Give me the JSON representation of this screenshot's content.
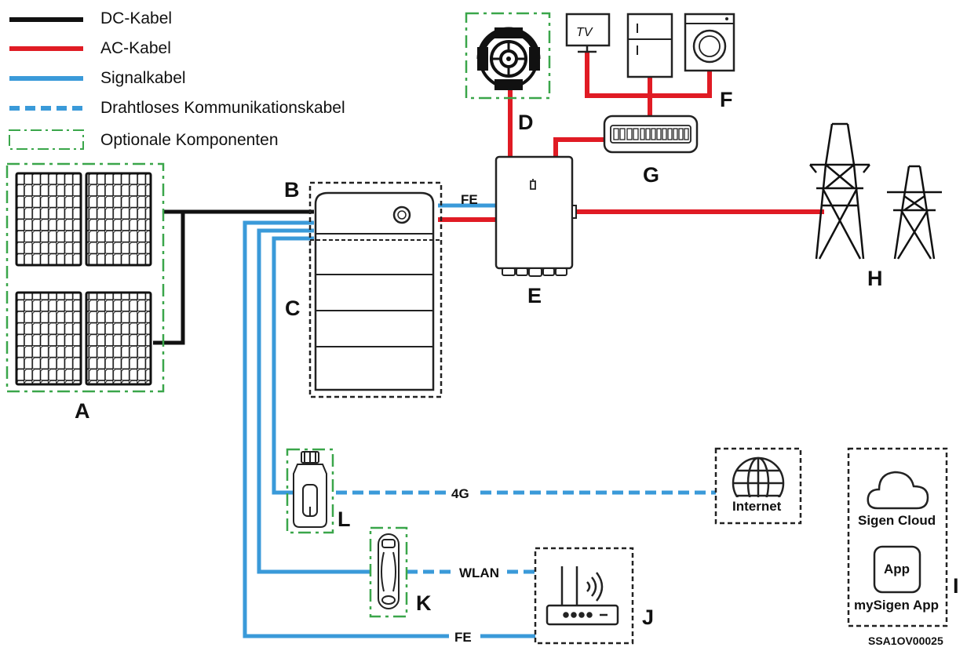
{
  "legend": {
    "dc": "DC-Kabel",
    "ac": "AC-Kabel",
    "signal": "Signalkabel",
    "wireless": "Drahtloses Kommunikationskabel",
    "optional": "Optionale Komponenten"
  },
  "letters": {
    "A": "A",
    "B": "B",
    "C": "C",
    "D": "D",
    "E": "E",
    "F": "F",
    "G": "G",
    "H": "H",
    "I": "I",
    "J": "J",
    "K": "K",
    "L": "L"
  },
  "labels": {
    "fe_top": "FE",
    "fe_bottom": "FE",
    "4g": "4G",
    "wlan": "WLAN",
    "internet": "Internet",
    "tv": "TV",
    "sigen_cloud": "Sigen Cloud",
    "app_icon": "App",
    "mysigen_app": "mySigen App",
    "code": "SSA1OV00025"
  },
  "colors": {
    "dc": "#111111",
    "ac": "#e01b24",
    "signal": "#3a9ad9",
    "optional": "#3aa64a",
    "outline": "#222222"
  }
}
